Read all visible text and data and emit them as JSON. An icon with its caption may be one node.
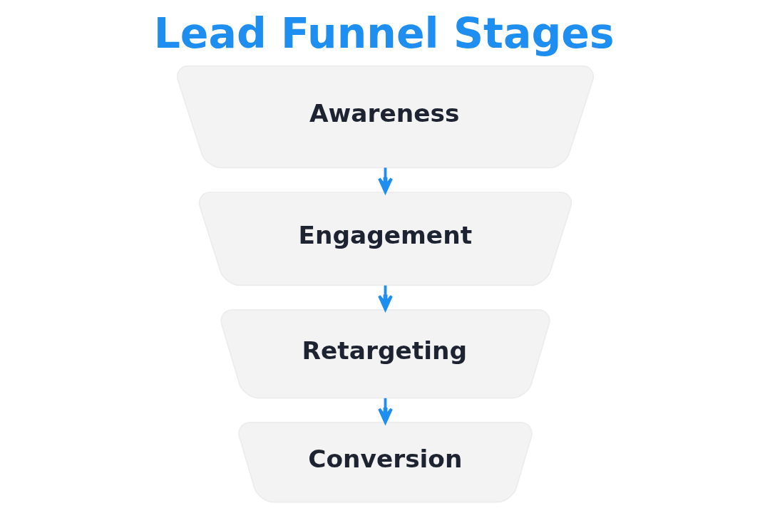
{
  "diagram": {
    "title": "Lead Funnel Stages",
    "nodes": [
      {
        "text": [
          "Awareness"
        ]
      },
      {
        "text": [
          "Engagement"
        ]
      },
      {
        "text": [
          "Retargeting"
        ]
      },
      {
        "text": [
          "Conversion"
        ]
      }
    ],
    "edges": [
      {
        "from": 0,
        "to": 1,
        "arrow": "to"
      },
      {
        "from": 1,
        "to": 2,
        "arrow": "to"
      },
      {
        "from": 2,
        "to": 3,
        "arrow": "to"
      }
    ]
  }
}
